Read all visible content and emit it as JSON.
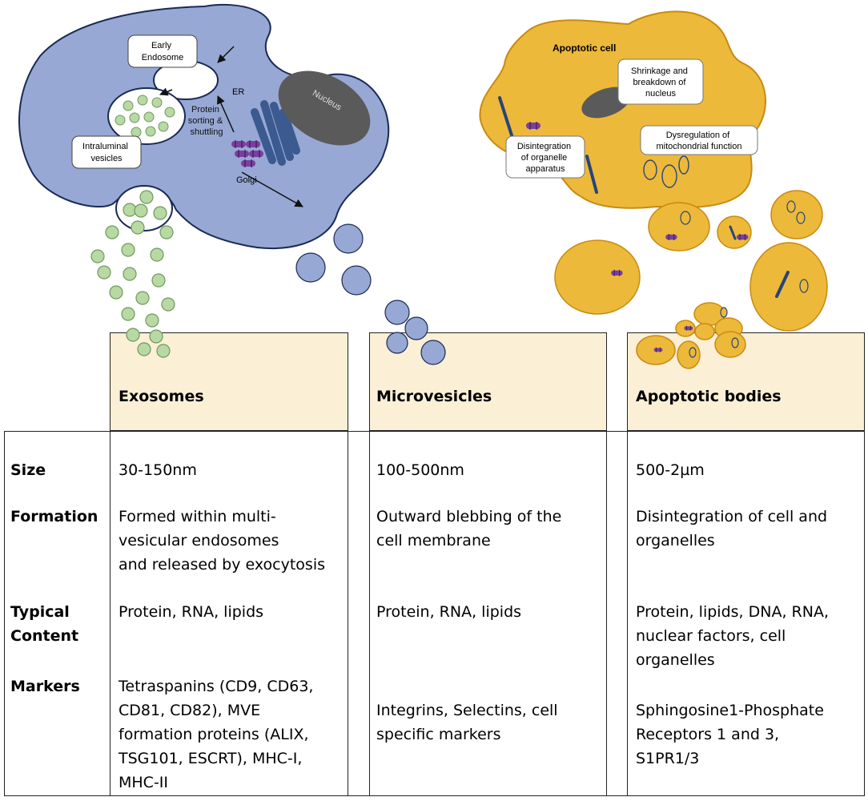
{
  "diagram": {
    "left_cell_labels": {
      "early_endosome": "Early\nEndosome",
      "intraluminal": "Intraluminal\nvesicles",
      "protein_sorting": "Protein\nsorting &\nshuttling",
      "er": "ER",
      "golgi": "Golgi",
      "nucleus": "Nucleus"
    },
    "apoptotic_labels": {
      "apoptotic_cell": "Apoptotic cell",
      "shrinkage": "Shrinkage and\nbreakdown of\nnucleus",
      "disintegration": "Disintegration\nof organelle\napparatus",
      "dysregulation": "Dysregulation of\nmitochondrial function"
    }
  },
  "table": {
    "columns": [
      "Exosomes",
      "Microvesicles",
      "Apoptotic bodies"
    ],
    "rows": [
      {
        "label": "Size",
        "values": [
          "30-150nm",
          "100-500nm",
          "500-2µm"
        ]
      },
      {
        "label": "Formation",
        "values": [
          "Formed within multi-\nvesicular endosomes\nand released by exocytosis",
          "Outward blebbing of the\ncell membrane",
          "Disintegration of cell and\norganelles"
        ]
      },
      {
        "label": "Typical\nContent",
        "values": [
          "Protein, RNA, lipids",
          "Protein, RNA, lipids",
          "Protein, lipids, DNA, RNA,\nnuclear factors, cell\norganelles"
        ]
      },
      {
        "label": "Markers",
        "values": [
          "Tetraspanins (CD9, CD63,\nCD81, CD82), MVE\nformation proteins (ALIX,\nTSG101, ESCRT), MHC-I,\nMHC-II",
          "Integrins, Selectins, cell\nspecific markers",
          "Sphingosine1-Phosphate\nReceptors 1 and 3,\nS1PR1/3"
        ]
      }
    ]
  },
  "colors": {
    "cell_blue": "#97a8d4",
    "cell_outline": "#1a2a55",
    "nucleus": "#5a5a5a",
    "vesicle_green": "#b8d8a4",
    "apoptotic_yellow": "#edb93a",
    "apoptotic_outline": "#c98a10",
    "header_fill": "#fbefd6",
    "purple": "#7a3f9e",
    "navy": "#27457a"
  }
}
